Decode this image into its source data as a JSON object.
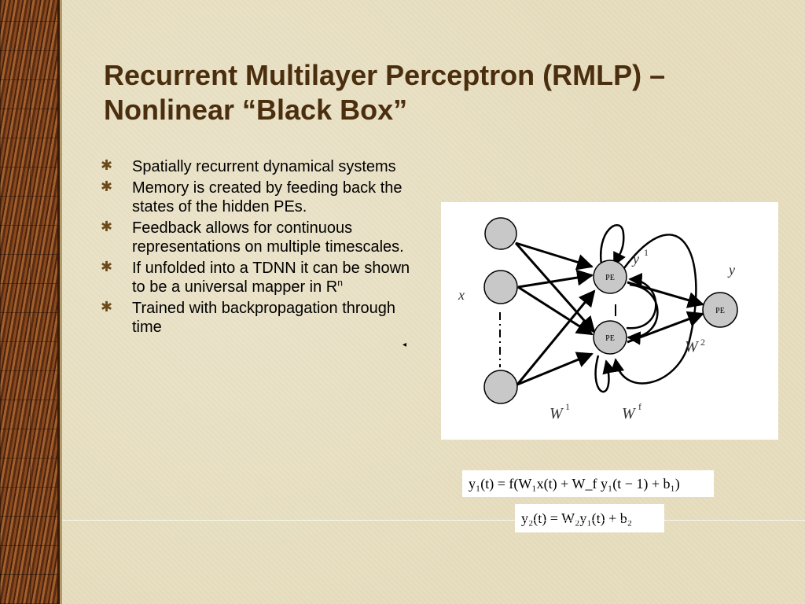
{
  "slide": {
    "title_line1": "Recurrent Multilayer Perceptron (RMLP) –",
    "title_line2": "Nonlinear “Black Box”",
    "bullets": [
      {
        "text": "Spatially recurrent dynamical systems"
      },
      {
        "text": "Memory is created by feeding back the states of the hidden PEs."
      },
      {
        "text": "Feedback allows for continuous representations on multiple timescales."
      },
      {
        "text": "If unfolded into a TDNN it can be shown to be a universal mapper in R",
        "sup": "n"
      },
      {
        "text": "Trained with backpropagation through time"
      }
    ],
    "bullet_icon": "star-bullet-icon",
    "colors": {
      "title": "#4a2e0e",
      "background": "#e7dec0",
      "wood_border": "#6b3416"
    }
  },
  "diagram": {
    "node_label": "PE",
    "input_label": "x",
    "output_label": "y",
    "hidden_output_label": "y",
    "hidden_output_sup": "1",
    "w1_label": "W",
    "w1_sup": "1",
    "w2_label": "W",
    "w2_sup": "2",
    "wf_label": "W",
    "wf_sup": "f"
  },
  "equations": {
    "eq1": "y₁(t) = f(W₁x(t) + W_f y₁(t − 1) + b₁)",
    "eq2": "y₂(t) = W₂y₁(t) + b₂"
  }
}
